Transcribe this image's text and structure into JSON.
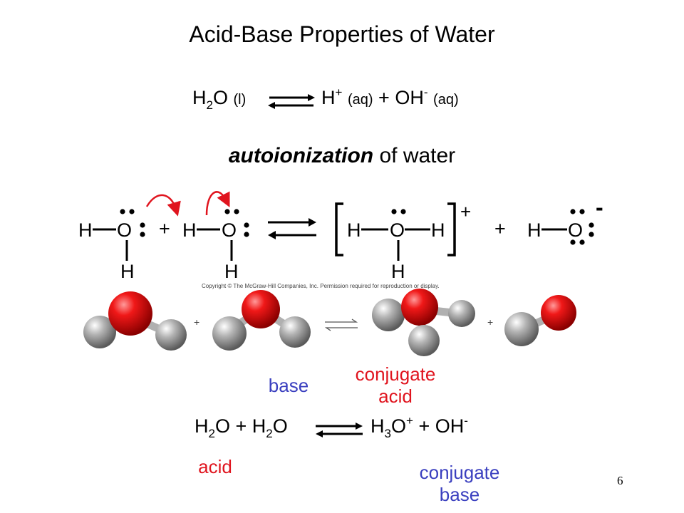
{
  "title": "Acid-Base Properties of Water",
  "equation_top": {
    "h": "H",
    "two": "2",
    "o": "O",
    "state_l": "(l)",
    "h_plus": "H",
    "plus_sign": "+",
    "state_aq1": "(aq)",
    "plus": "+",
    "oh": "OH",
    "minus_sign": "-",
    "state_aq2": "(aq)"
  },
  "autoionization": {
    "bold_word": "autoionization",
    "rest": " of water"
  },
  "lewis": {
    "h": "H",
    "o": "O",
    "plus": "+",
    "charge_plus": "+",
    "charge_minus": "-"
  },
  "copyright": "Copyright © The McGraw-Hill Companies, Inc. Permission required for reproduction or display.",
  "labels": {
    "base": "base",
    "conjugate_acid_1": "conjugate",
    "conjugate_acid_2": "acid",
    "acid": "acid",
    "conjugate_base_1": "conjugate",
    "conjugate_base_2": "base"
  },
  "equation_bottom": {
    "h": "H",
    "two": "2",
    "o": "O",
    "plus": "+",
    "three": "3",
    "sup_plus": "+",
    "oh": "OH",
    "sup_minus": "-"
  },
  "page_number": "6",
  "colors": {
    "red_label": "#e0141e",
    "blue_label": "#3a3fbf",
    "oxygen": "#e01919",
    "hydrogen": "#a0a0a0",
    "curved_arrow": "#e0141e"
  }
}
